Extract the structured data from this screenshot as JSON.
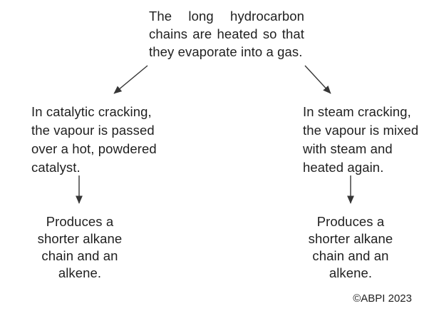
{
  "diagram": {
    "title_node": {
      "lines": [
        "The long hydrocarbon",
        "chains are heated so that",
        "they evaporate into a gas."
      ]
    },
    "catalytic_node": {
      "lines": [
        "In catalytic cracking,",
        "the vapour is passed",
        "over a hot, powdered",
        "catalyst."
      ]
    },
    "steam_node": {
      "lines": [
        "In steam cracking,",
        "the vapour is mixed",
        "with steam and",
        "heated again."
      ]
    },
    "catalytic_result_node": {
      "lines": [
        "Produces a",
        "shorter alkane",
        "chain and an",
        "alkene."
      ]
    },
    "steam_result_node": {
      "lines": [
        "Produces a",
        "shorter alkane",
        "chain and an",
        "alkene."
      ]
    },
    "copyright": "©ABPI 2023",
    "colors": {
      "background": "#ffffff",
      "text": "#1f1f1f",
      "arrow": "#363636"
    }
  }
}
